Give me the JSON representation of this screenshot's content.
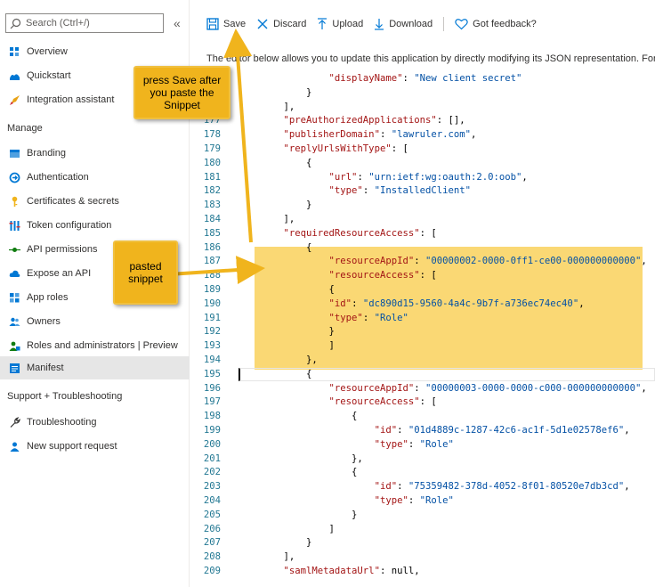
{
  "sidebar": {
    "search_placeholder": "Search (Ctrl+/)",
    "collapse": "«",
    "items_top": [
      {
        "label": "Overview",
        "icon": "overview-icon"
      },
      {
        "label": "Quickstart",
        "icon": "quickstart-icon"
      },
      {
        "label": "Integration assistant",
        "icon": "rocket-icon"
      }
    ],
    "manage_header": "Manage",
    "manage_items": [
      {
        "label": "Branding",
        "icon": "branding-icon"
      },
      {
        "label": "Authentication",
        "icon": "authentication-icon"
      },
      {
        "label": "Certificates & secrets",
        "icon": "key-icon"
      },
      {
        "label": "Token configuration",
        "icon": "token-icon"
      },
      {
        "label": "API permissions",
        "icon": "api-permissions-icon"
      },
      {
        "label": "Expose an API",
        "icon": "cloud-icon"
      },
      {
        "label": "App roles",
        "icon": "app-roles-icon"
      },
      {
        "label": "Owners",
        "icon": "owners-icon"
      },
      {
        "label": "Roles and administrators | Preview",
        "icon": "roles-icon"
      },
      {
        "label": "Manifest",
        "icon": "manifest-icon"
      }
    ],
    "support_header": "Support + Troubleshooting",
    "support_items": [
      {
        "label": "Troubleshooting",
        "icon": "wrench-icon"
      },
      {
        "label": "New support request",
        "icon": "support-icon"
      }
    ]
  },
  "toolbar": {
    "save": "Save",
    "discard": "Discard",
    "upload": "Upload",
    "download": "Download",
    "feedback": "Got feedback?"
  },
  "description": "The editor below allows you to update this application by directly modifying its JSON representation. For",
  "callouts": {
    "save_note": "press Save after you paste the Snippet",
    "pasted_note": "pasted snippet"
  },
  "editor": {
    "lines": [
      {
        "n": "",
        "code": "            \"displayName\": \"New client secret\""
      },
      {
        "n": "",
        "code": "        }"
      },
      {
        "n": "",
        "code": "    ],"
      },
      {
        "n": "177",
        "code": "    \"preAuthorizedApplications\": [],"
      },
      {
        "n": "178",
        "code": "    \"publisherDomain\": \"lawruler.com\","
      },
      {
        "n": "179",
        "code": "    \"replyUrlsWithType\": ["
      },
      {
        "n": "180",
        "code": "        {"
      },
      {
        "n": "181",
        "code": "            \"url\": \"urn:ietf:wg:oauth:2.0:oob\","
      },
      {
        "n": "182",
        "code": "            \"type\": \"InstalledClient\""
      },
      {
        "n": "183",
        "code": "        }"
      },
      {
        "n": "184",
        "code": "    ],"
      },
      {
        "n": "185",
        "code": "    \"requiredResourceAccess\": ["
      },
      {
        "n": "186",
        "code": "        {"
      },
      {
        "n": "187",
        "code": "            \"resourceAppId\": \"00000002-0000-0ff1-ce00-000000000000\","
      },
      {
        "n": "188",
        "code": "            \"resourceAccess\": ["
      },
      {
        "n": "189",
        "code": "            {"
      },
      {
        "n": "190",
        "code": "            \"id\": \"dc890d15-9560-4a4c-9b7f-a736ec74ec40\","
      },
      {
        "n": "191",
        "code": "            \"type\": \"Role\""
      },
      {
        "n": "192",
        "code": "            }"
      },
      {
        "n": "193",
        "code": "            ]"
      },
      {
        "n": "194",
        "code": "        },"
      },
      {
        "n": "195",
        "code": "        {"
      },
      {
        "n": "196",
        "code": "            \"resourceAppId\": \"00000003-0000-0000-c000-000000000000\","
      },
      {
        "n": "197",
        "code": "            \"resourceAccess\": ["
      },
      {
        "n": "198",
        "code": "                {"
      },
      {
        "n": "199",
        "code": "                    \"id\": \"01d4889c-1287-42c6-ac1f-5d1e02578ef6\","
      },
      {
        "n": "200",
        "code": "                    \"type\": \"Role\""
      },
      {
        "n": "201",
        "code": "                },"
      },
      {
        "n": "202",
        "code": "                {"
      },
      {
        "n": "203",
        "code": "                    \"id\": \"75359482-378d-4052-8f01-80520e7db3cd\","
      },
      {
        "n": "204",
        "code": "                    \"type\": \"Role\""
      },
      {
        "n": "205",
        "code": "                }"
      },
      {
        "n": "206",
        "code": "            ]"
      },
      {
        "n": "207",
        "code": "        }"
      },
      {
        "n": "208",
        "code": "    ],"
      },
      {
        "n": "209",
        "code": "    \"samlMetadataUrl\": null,"
      }
    ]
  },
  "colors": {
    "accent": "#0078d4",
    "highlight": "#fad874",
    "callout": "#f0b41d",
    "json_key": "#a31515",
    "json_string": "#0451a5",
    "line_number": "#237893"
  }
}
